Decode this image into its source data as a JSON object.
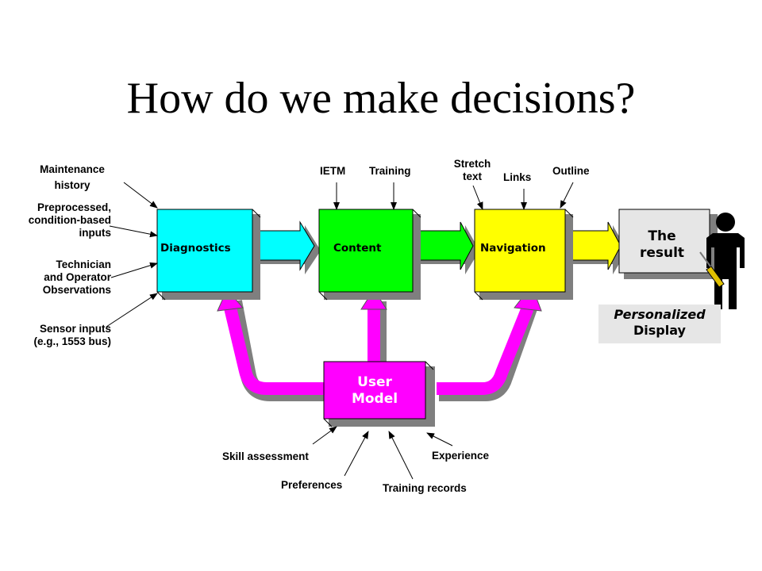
{
  "title": "How do we make decisions?",
  "boxes": {
    "diagnostics": "Diagnostics",
    "content": "Content",
    "navigation": "Navigation",
    "result": "The\nresult",
    "user_model": "User\nModel"
  },
  "personalized_display": {
    "line1": "Personalized",
    "line2": "Display"
  },
  "diagnostic_inputs": [
    "Maintenance\nhistory",
    "Preprocessed,\ncondition-based\ninputs",
    "Technician\nand Operator\nObservations",
    "Sensor inputs\n(e.g., 1553 bus)"
  ],
  "content_inputs": [
    "IETM",
    "Training"
  ],
  "navigation_inputs": [
    "Stretch\ntext",
    "Links",
    "Outline"
  ],
  "user_model_inputs": [
    "Skill assessment",
    "Preferences",
    "Training records",
    "Experience"
  ],
  "colors": {
    "diagnostics": "#00ffff",
    "content": "#00ff00",
    "navigation": "#ffff00",
    "result": "#e6e6e6",
    "user_model": "#ff00ff",
    "shadow": "#7f7f7f"
  },
  "icons": [
    "person-icon",
    "screwdriver-icon"
  ]
}
